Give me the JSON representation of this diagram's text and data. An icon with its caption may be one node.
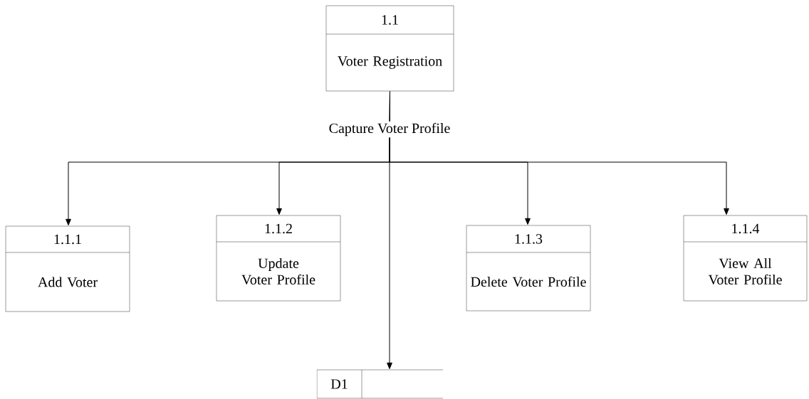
{
  "diagram": {
    "nodes": [
      {
        "text": [
          "1.1",
          "Voter Registration"
        ]
      },
      {
        "text": [
          "1.1.1",
          "Add Voter"
        ]
      },
      {
        "text": [
          "1.1.2",
          "Update Voter Profile"
        ]
      },
      {
        "text": [
          "1.1.3",
          "Delete Voter Profile"
        ]
      },
      {
        "text": [
          "1.1.4",
          "View All Voter Profile"
        ]
      },
      {
        "text": [
          "D1"
        ]
      }
    ],
    "edges": [
      {
        "from": 0,
        "to": 1,
        "arrow": "to"
      },
      {
        "from": 0,
        "to": 2,
        "arrow": "to"
      },
      {
        "from": 0,
        "to": 3,
        "arrow": "to"
      },
      {
        "from": 0,
        "to": 4,
        "arrow": "to"
      },
      {
        "from": 0,
        "to": 5,
        "arrow": "to",
        "label": "Capture Voter Profile"
      }
    ]
  }
}
